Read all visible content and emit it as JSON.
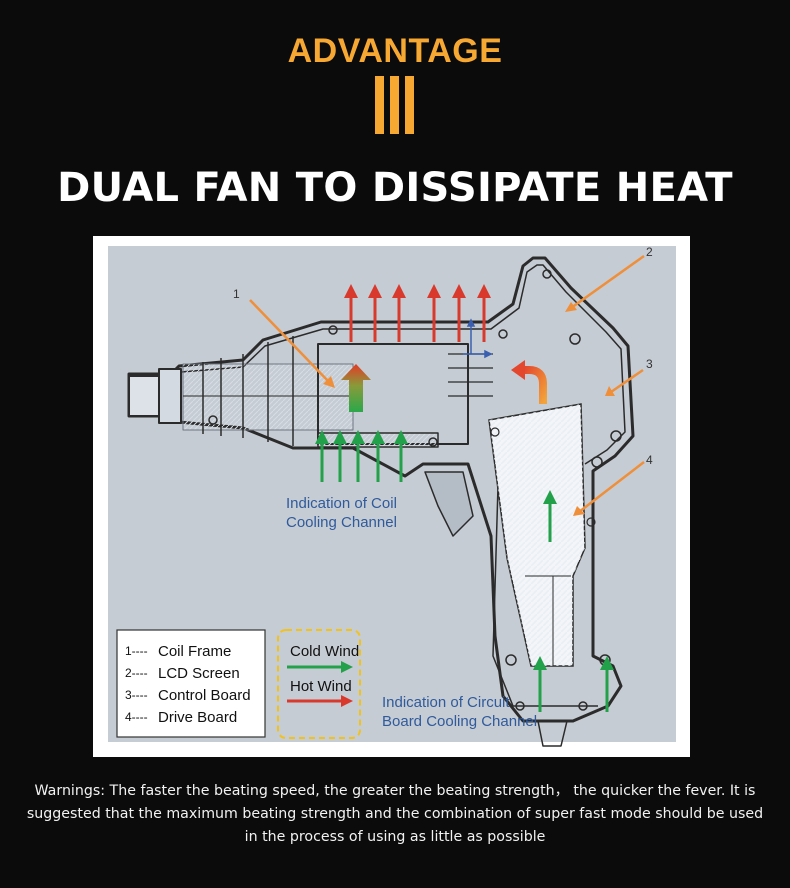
{
  "header": {
    "advantage": "ADVANTAGE",
    "title": "DUAL FAN TO DISSIPATE HEAT"
  },
  "diagram": {
    "callouts": [
      "1",
      "2",
      "3",
      "4"
    ],
    "coil_channel_line1": "Indication of Coil",
    "coil_channel_line2": "Cooling Channel",
    "circuit_channel_line1": "Indication of Circuit",
    "circuit_channel_line2": "Board Cooling Channel",
    "parts": [
      {
        "num": "1----",
        "name": "Coil Frame"
      },
      {
        "num": "2----",
        "name": "LCD Screen"
      },
      {
        "num": "3----",
        "name": "Control Board"
      },
      {
        "num": "4----",
        "name": "Drive Board"
      }
    ],
    "legend": {
      "cold": "Cold Wind",
      "hot": "Hot Wind"
    }
  },
  "colors": {
    "accent": "#f7a832",
    "cold_arrow": "#23a04a",
    "hot_arrow": "#d9382c",
    "label_blue": "#2f5a9c",
    "callout_orange": "#ef8f3a",
    "diagram_bg": "#c6ccd3"
  },
  "warning": {
    "line1": "Warnings: The faster the beating speed, the greater the beating strength， the quicker the fever. It is",
    "line2": "suggested that the maximum beating strength and the combination of super fast mode should be used",
    "line3": "in the process of using as little as possible"
  }
}
